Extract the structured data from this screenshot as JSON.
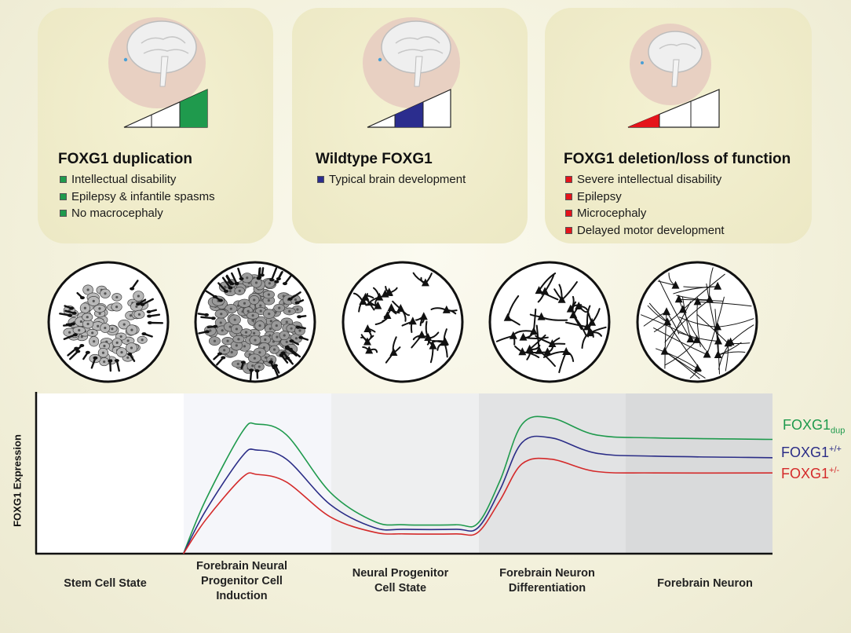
{
  "colors": {
    "dup": "#1f9a4d",
    "wt": "#2b2d87",
    "del": "#d42a2a",
    "dup_fill": "#1f9a4d",
    "wt_fill": "#2b2d8e",
    "del_fill": "#e5141b"
  },
  "panels": [
    {
      "title": "FOXG1 duplication",
      "variant": "dup",
      "level": "high",
      "bullets": [
        "Intellectual disability",
        "Epilepsy & infantile spasms",
        "No macrocephaly"
      ]
    },
    {
      "title": "Wildtype FOXG1",
      "variant": "wt",
      "level": "medium",
      "bullets": [
        "Typical brain development"
      ]
    },
    {
      "title": "FOXG1 deletion/loss of function",
      "variant": "del",
      "level": "low",
      "bullets": [
        "Severe intellectual disability",
        "Epilepsy",
        "Microcephaly",
        "Delayed motor development"
      ]
    }
  ],
  "chart_data": {
    "type": "line",
    "ylabel": "FOXG1 Expression",
    "stages": [
      [
        "Stem Cell State"
      ],
      [
        "Forebrain Neural",
        "Progenitor Cell",
        "Induction"
      ],
      [
        "Neural Progenitor",
        "Cell State"
      ],
      [
        "Forebrain Neuron",
        "Differentiation"
      ],
      [
        "Forebrain Neuron"
      ]
    ],
    "x_domain": [
      0,
      5
    ],
    "y_domain": [
      0,
      1
    ],
    "series": [
      {
        "name": "FOXG1",
        "subscript": "dup",
        "superscript": "",
        "variant": "dup",
        "points": [
          [
            1.0,
            0.0
          ],
          [
            1.15,
            0.35
          ],
          [
            1.4,
            0.8
          ],
          [
            1.5,
            0.85
          ],
          [
            1.7,
            0.78
          ],
          [
            2.0,
            0.4
          ],
          [
            2.3,
            0.21
          ],
          [
            2.5,
            0.19
          ],
          [
            2.85,
            0.19
          ],
          [
            3.0,
            0.2
          ],
          [
            3.15,
            0.48
          ],
          [
            3.3,
            0.85
          ],
          [
            3.5,
            0.89
          ],
          [
            3.8,
            0.78
          ],
          [
            4.2,
            0.76
          ],
          [
            5.0,
            0.75
          ]
        ]
      },
      {
        "name": "FOXG1",
        "subscript": "",
        "superscript": "+/+",
        "variant": "wt",
        "points": [
          [
            1.0,
            0.0
          ],
          [
            1.15,
            0.28
          ],
          [
            1.4,
            0.64
          ],
          [
            1.5,
            0.68
          ],
          [
            1.7,
            0.62
          ],
          [
            2.0,
            0.32
          ],
          [
            2.3,
            0.17
          ],
          [
            2.5,
            0.16
          ],
          [
            2.85,
            0.16
          ],
          [
            3.0,
            0.17
          ],
          [
            3.15,
            0.42
          ],
          [
            3.3,
            0.73
          ],
          [
            3.5,
            0.76
          ],
          [
            3.8,
            0.66
          ],
          [
            4.2,
            0.64
          ],
          [
            5.0,
            0.63
          ]
        ]
      },
      {
        "name": "FOXG1",
        "subscript": "",
        "superscript": "+/-",
        "variant": "del",
        "points": [
          [
            1.0,
            0.0
          ],
          [
            1.15,
            0.22
          ],
          [
            1.4,
            0.5
          ],
          [
            1.5,
            0.52
          ],
          [
            1.7,
            0.47
          ],
          [
            2.0,
            0.24
          ],
          [
            2.3,
            0.14
          ],
          [
            2.5,
            0.13
          ],
          [
            2.85,
            0.13
          ],
          [
            3.0,
            0.14
          ],
          [
            3.15,
            0.35
          ],
          [
            3.3,
            0.59
          ],
          [
            3.5,
            0.62
          ],
          [
            3.8,
            0.54
          ],
          [
            4.2,
            0.53
          ],
          [
            5.0,
            0.53
          ]
        ]
      }
    ]
  }
}
